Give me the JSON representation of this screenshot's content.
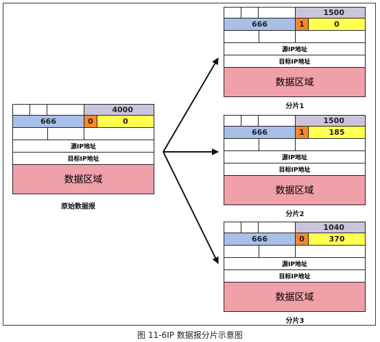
{
  "figure_caption": "图 11-6IP 数据报分片示意图",
  "colors": {
    "length": "#ccc4dc",
    "id": "#a8c0e8",
    "flag": "#f5872f",
    "offset": "#ffff4f",
    "data": "#f0a0a8"
  },
  "datagrams": [
    {
      "key": "original",
      "caption": "原始数据报",
      "total_length": "4000",
      "identification": "666",
      "mf_flag": "0",
      "fragment_offset": "0",
      "source_ip": "源IP地址",
      "dest_ip": "目标IP地址",
      "data": "数据区域"
    },
    {
      "key": "fragment-1",
      "caption": "分片1",
      "total_length": "1500",
      "identification": "666",
      "mf_flag": "1",
      "fragment_offset": "0",
      "source_ip": "源IP地址",
      "dest_ip": "目标IP地址",
      "data": "数据区域"
    },
    {
      "key": "fragment-2",
      "caption": "分片2",
      "total_length": "1500",
      "identification": "666",
      "mf_flag": "1",
      "fragment_offset": "185",
      "source_ip": "源IP地址",
      "dest_ip": "目标IP地址",
      "data": "数据区域"
    },
    {
      "key": "fragment-3",
      "caption": "分片3",
      "total_length": "1040",
      "identification": "666",
      "mf_flag": "0",
      "fragment_offset": "370",
      "source_ip": "源IP地址",
      "dest_ip": "目标IP地址",
      "data": "数据区域"
    }
  ]
}
